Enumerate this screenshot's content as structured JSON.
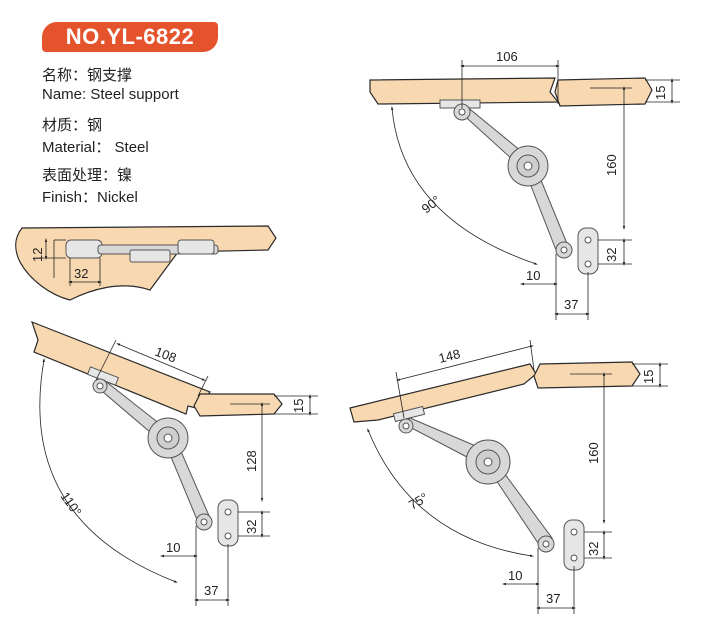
{
  "model_badge": "NO.YL-6822",
  "specs": {
    "name_cn": "名称：钢支撑",
    "name_en": "Name: Steel support",
    "material_cn": "材质：钢",
    "material_en": "Material： Steel",
    "finish_cn": "表面处理：镍",
    "finish_en": "Finish：Nickel"
  },
  "views": {
    "top_view": {
      "width_label": "32",
      "offset_label": "12"
    },
    "angle_90": {
      "angle": "90°",
      "reach": "106",
      "height": "160",
      "thickness": "15",
      "hole": "32",
      "offset_a": "10",
      "offset_b": "37"
    },
    "angle_110": {
      "angle": "110°",
      "reach": "108",
      "height": "128",
      "thickness": "15",
      "hole": "32",
      "offset_a": "10",
      "offset_b": "37"
    },
    "angle_75": {
      "angle": "75°",
      "reach": "148",
      "height": "160",
      "thickness": "15",
      "hole": "32",
      "offset_a": "10",
      "offset_b": "37"
    }
  },
  "colors": {
    "badge": "#e5532d",
    "wood": "#f8d8b0",
    "metal": "#d8d8d8"
  }
}
